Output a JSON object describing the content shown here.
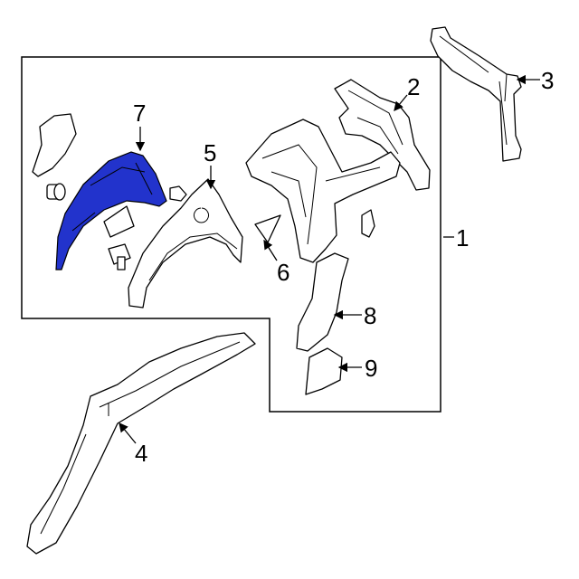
{
  "diagram": {
    "highlight_color": "#2233cc",
    "callouts": [
      {
        "id": "1",
        "label": "1"
      },
      {
        "id": "2",
        "label": "2"
      },
      {
        "id": "3",
        "label": "3"
      },
      {
        "id": "4",
        "label": "4"
      },
      {
        "id": "5",
        "label": "5"
      },
      {
        "id": "6",
        "label": "6"
      },
      {
        "id": "7",
        "label": "7"
      },
      {
        "id": "8",
        "label": "8"
      },
      {
        "id": "9",
        "label": "9"
      }
    ]
  }
}
